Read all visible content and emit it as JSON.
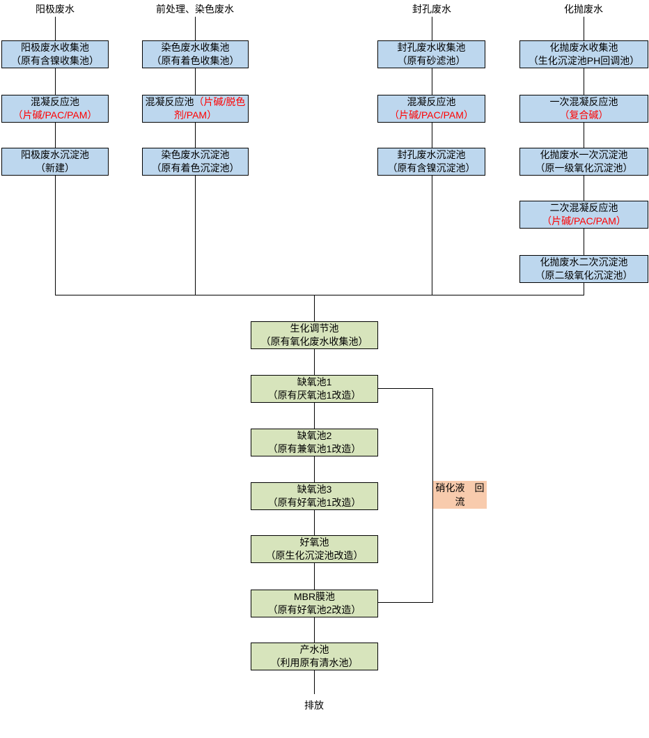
{
  "diagram": {
    "colors": {
      "stream_box_fill": "#BDD7EE",
      "bio_box_fill": "#D7E4BC",
      "reflux_label_fill": "#F8CBAD",
      "chemical_text": "#FF0000",
      "line": "#000000"
    },
    "columns": [
      {
        "header": "阳极废水",
        "boxes": [
          {
            "line1": "阳极废水收集池",
            "line2": "（原有含镍收集池）"
          },
          {
            "line1": "混凝反应池",
            "line2": "（片碱/PAC/PAM）"
          },
          {
            "line1": "阳极废水沉淀池",
            "line2": "（新建）"
          }
        ]
      },
      {
        "header": "前处理、染色废水",
        "boxes": [
          {
            "line1": "染色废水收集池",
            "line2": "（原有着色收集池）"
          },
          {
            "line1": "混凝反应池",
            "line2": "（片碱/脱色剂/PAM）"
          },
          {
            "line1": "染色废水沉淀池",
            "line2": "（原有着色沉淀池）"
          }
        ]
      },
      {
        "header": "封孔废水",
        "boxes": [
          {
            "line1": "封孔废水收集池",
            "line2": "（原有砂滤池）"
          },
          {
            "line1": "混凝反应池",
            "line2": "（片碱/PAC/PAM）"
          },
          {
            "line1": "封孔废水沉淀池",
            "line2": "（原有含镍沉淀池）"
          }
        ]
      },
      {
        "header": "化抛废水",
        "boxes": [
          {
            "line1": "化抛废水收集池",
            "line2": "（生化沉淀池PH回调池）"
          },
          {
            "line1": "一次混凝反应池",
            "line2": "（复合碱）"
          },
          {
            "line1": "化抛废水一次沉淀池",
            "line2": "（原一级氧化沉淀池）"
          },
          {
            "line1": "二次混凝反应池",
            "line2": "（片碱/PAC/PAM）"
          },
          {
            "line1": "化抛废水二次沉淀池",
            "line2": "（原二级氧化沉淀池）"
          }
        ]
      }
    ],
    "main_chain": [
      {
        "line1": "生化调节池",
        "line2": "（原有氧化废水收集池）"
      },
      {
        "line1": "缺氧池1",
        "line2": "（原有厌氧池1改造）"
      },
      {
        "line1": "缺氧池2",
        "line2": "（原有兼氧池1改造）"
      },
      {
        "line1": "缺氧池3",
        "line2": "（原有好氧池1改造）"
      },
      {
        "line1": "好氧池",
        "line2": "（原生化沉淀池改造）"
      },
      {
        "line1": "MBR膜池",
        "line2": "（原有好氧池2改造）"
      },
      {
        "line1": "产水池",
        "line2": "（利用原有清水池）"
      }
    ],
    "reflux_label": {
      "line1": "硝化液　回",
      "line2": "流"
    },
    "outfall_label": "排放"
  }
}
